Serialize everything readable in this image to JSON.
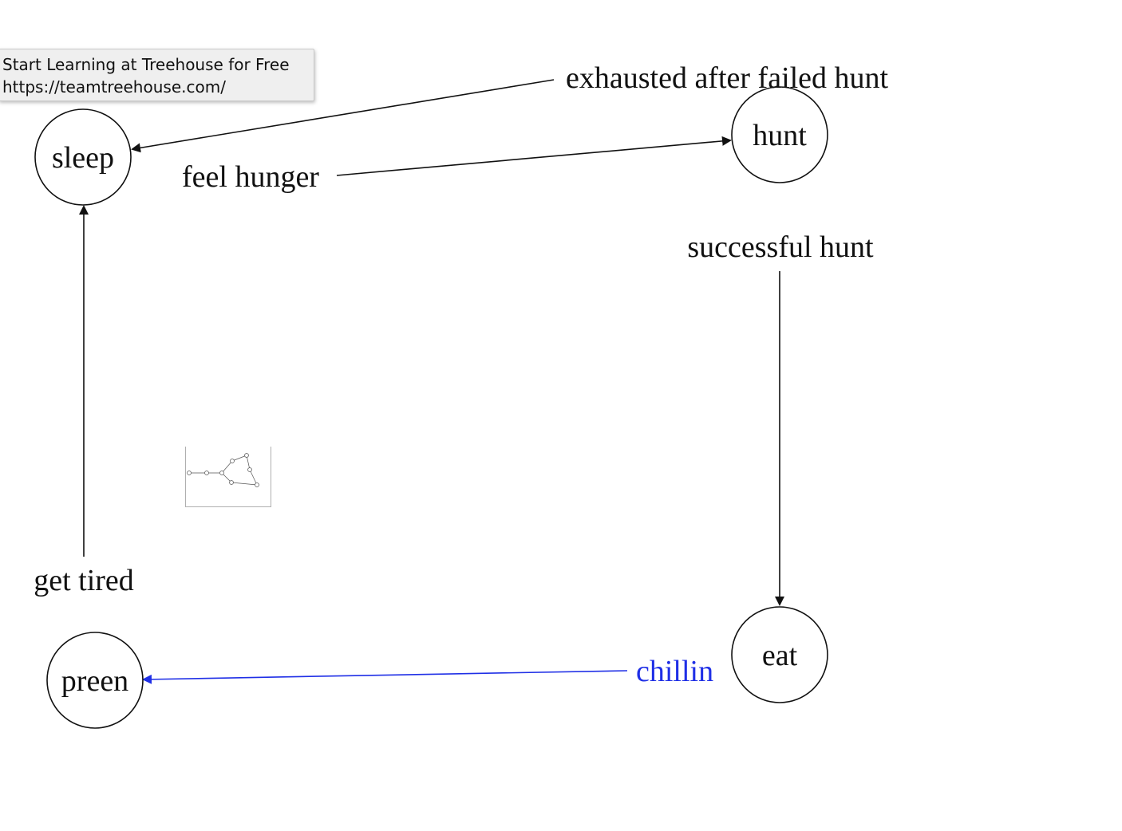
{
  "tooltip": {
    "title": "Start Learning at Treehouse for Free",
    "url": "https://teamtreehouse.com/"
  },
  "nodes": {
    "sleep": "sleep",
    "hunt": "hunt",
    "eat": "eat",
    "preen": "preen"
  },
  "edges": {
    "exhausted": "exhausted after failed hunt",
    "feel_hunger": "feel hunger",
    "successful_hunt": "successful hunt",
    "chillin": "chillin",
    "get_tired": "get tired"
  },
  "colors": {
    "default_edge": "#111111",
    "highlighted_edge": "#1f2fe6"
  },
  "minimap": {
    "icon": "graph-overview-thumbnail"
  }
}
